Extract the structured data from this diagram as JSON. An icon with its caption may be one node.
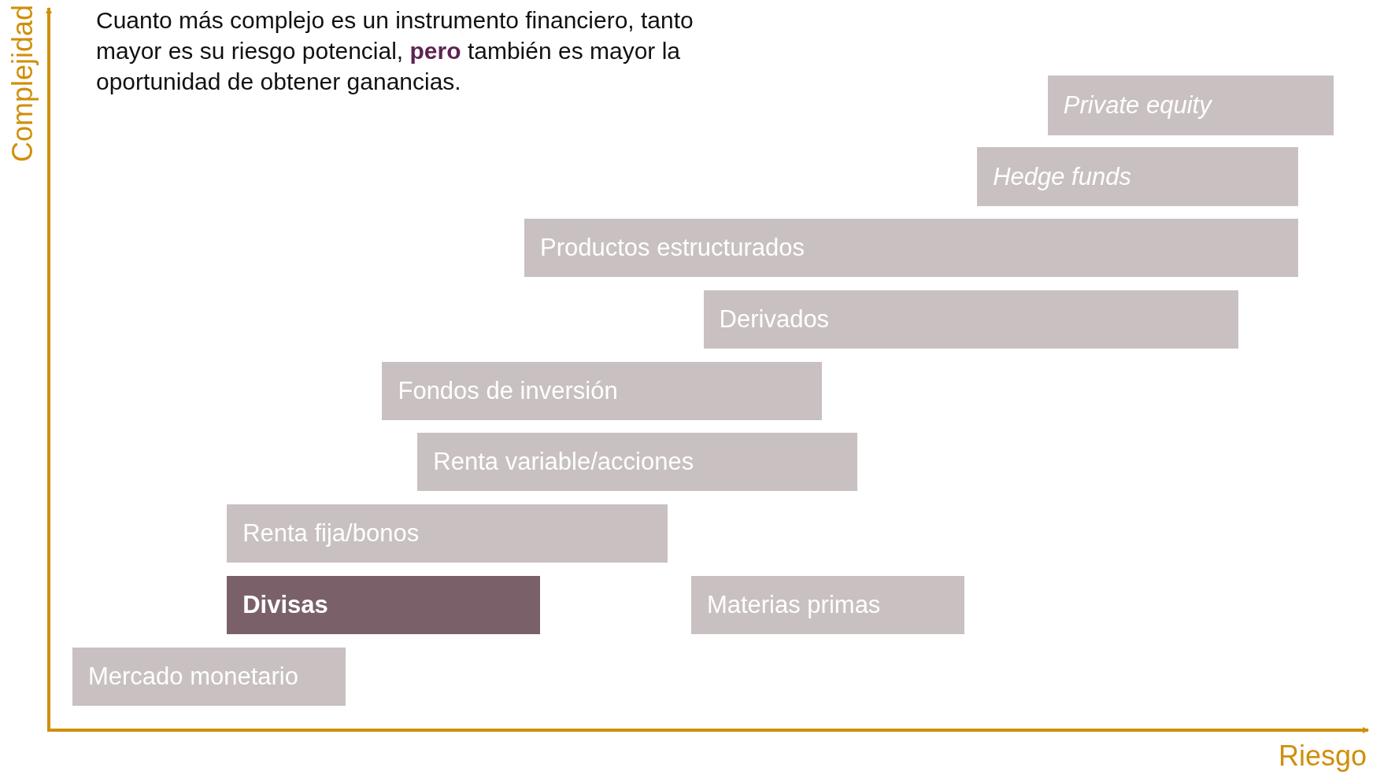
{
  "diagram": {
    "title": "Cuanto más complejo es un instrumento financiero, tanto mayor es su riesgo potencial, **pero** también es mayor la oportunidad de obtener ganancias.",
    "nodes": [
      {
        "text": [
          "Private equity"
        ]
      },
      {
        "text": [
          "Hedge funds"
        ]
      },
      {
        "text": [
          "Productos estructurados"
        ]
      },
      {
        "text": [
          "Derivados"
        ]
      },
      {
        "text": [
          "Fondos de inversión"
        ]
      },
      {
        "text": [
          "Renta variable/acciones"
        ]
      },
      {
        "text": [
          "Renta fija/bonos"
        ]
      },
      {
        "text": [
          "Divisas"
        ]
      },
      {
        "text": [
          "Materias primas"
        ]
      },
      {
        "text": [
          "Mercado monetario"
        ]
      }
    ],
    "labels": [
      "Complejidad",
      "Riesgo"
    ]
  }
}
